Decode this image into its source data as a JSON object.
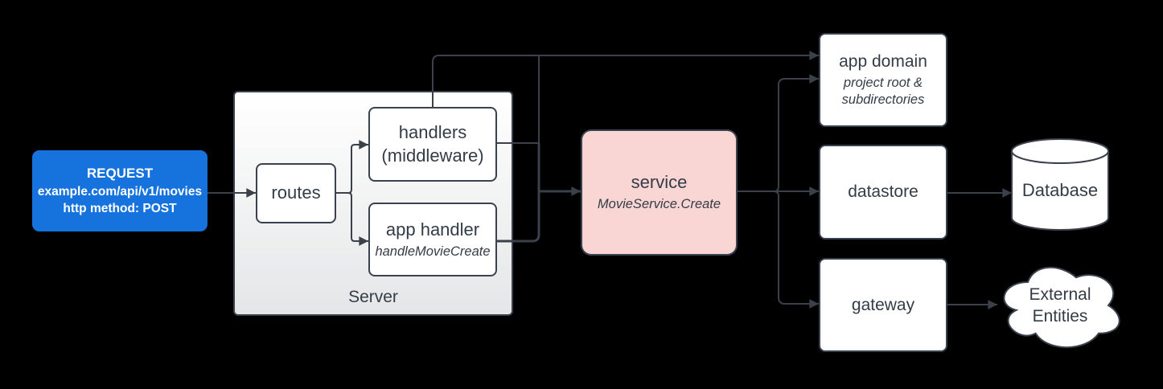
{
  "colors": {
    "background": "#000000",
    "line": "#3A414B",
    "ink": "#333C47",
    "box-border": "#39424E",
    "box-fill": "#FFFFFF",
    "request-fill": "#1673DD",
    "request-ink": "#FFFFFF",
    "service-fill": "#F9D5D4",
    "server-fill-top": "#FFFFFF",
    "server-fill-bottom": "#E5E6E7"
  },
  "nodes": {
    "request": {
      "title": "REQUEST",
      "line1": "example.com/api/v1/movies",
      "line2": "http method: POST"
    },
    "server": {
      "label": "Server"
    },
    "routes": {
      "label": "routes"
    },
    "handlers": {
      "label": "handlers",
      "sublabel": "(middleware)"
    },
    "app_handler": {
      "label": "app handler",
      "sublabel": "handleMovieCreate"
    },
    "service": {
      "label": "service",
      "sublabel": "MovieService.Create"
    },
    "app_domain": {
      "label": "app domain",
      "sublabel": "project root & subdirectories"
    },
    "datastore": {
      "label": "datastore"
    },
    "gateway": {
      "label": "gateway"
    },
    "database": {
      "label": "Database"
    },
    "external_entities": {
      "label": "External Entities"
    }
  }
}
